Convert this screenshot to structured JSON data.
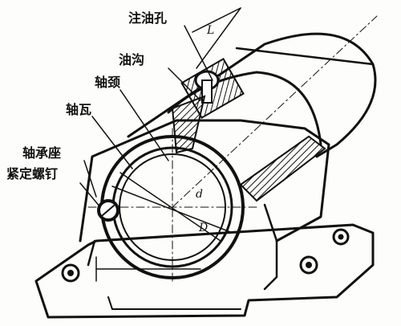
{
  "labels": {
    "oil_hole": "注油孔",
    "oil_groove": "油沟",
    "journal": "轴颈",
    "bearing_bush": "轴瓦",
    "bearing_seat": "轴承座",
    "set_screw": "紧定螺钉"
  },
  "dimensions": {
    "small_d": "d",
    "big_d": "D",
    "length": "L"
  }
}
